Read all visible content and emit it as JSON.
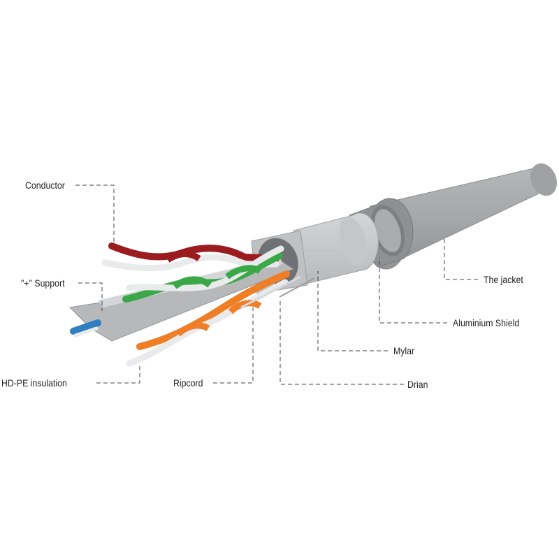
{
  "labels": {
    "conductor": "Conductor",
    "support": "\"+\" Support",
    "hdpe": "HD-PE insulation",
    "ripcord": "Ripcord",
    "drian": "Drian",
    "mylar": "Mylar",
    "aluminium": "Aluminium Shield",
    "jacket": "The jacket"
  },
  "colors": {
    "jacket": "#a7a9ac",
    "shield": "#8e9093",
    "mylar": "#c9cbcd",
    "pair_brown": "#9b1c1f",
    "pair_green": "#3aa846",
    "pair_orange": "#f07e26",
    "pair_blue": "#2f7fc1",
    "white_wire": "#e9eaeb"
  }
}
